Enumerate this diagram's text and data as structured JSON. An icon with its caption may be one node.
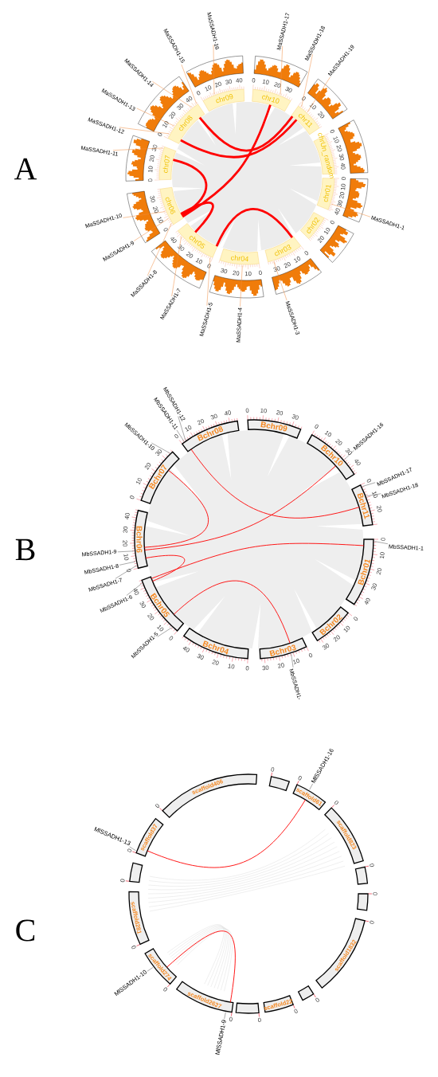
{
  "diagram": {
    "nodes": [
      {
        "text": [
          "chr10"
        ],
        "beside": [
          "0",
          "10",
          "20",
          "30"
        ]
      },
      {
        "text": [
          "chr11"
        ],
        "beside": [
          "0",
          "10",
          "20"
        ]
      },
      {
        "text": [
          "chrUn_random"
        ],
        "beside": [
          "0",
          "10",
          "20",
          "30",
          "40"
        ]
      },
      {
        "text": [
          "chr01"
        ],
        "beside": [
          "0",
          "10",
          "20",
          "30",
          "40"
        ]
      },
      {
        "text": [
          "chr02"
        ],
        "beside": [
          "0",
          "10",
          "20"
        ]
      },
      {
        "text": [
          "chr03"
        ],
        "beside": [
          "0",
          "10",
          "20",
          "30"
        ]
      },
      {
        "text": [
          "chr04"
        ],
        "beside": [
          "0",
          "10",
          "20",
          "30"
        ]
      },
      {
        "text": [
          "chr05"
        ],
        "beside": [
          "0",
          "10",
          "20",
          "30",
          "40"
        ]
      },
      {
        "text": [
          "chr06"
        ],
        "beside": [
          "0",
          "10",
          "20",
          "30"
        ]
      },
      {
        "text": [
          "chr07"
        ],
        "beside": [
          "0",
          "10",
          "20",
          "30"
        ]
      },
      {
        "text": [
          "chr08"
        ],
        "beside": [
          "0",
          "10",
          "20",
          "30",
          "40"
        ]
      },
      {
        "text": [
          "chr09"
        ],
        "beside": [
          "0",
          "10",
          "20",
          "30",
          "40"
        ]
      },
      {
        "text": [
          "MaSSADH1-1"
        ]
      },
      {
        "text": [
          "MaSSADH1-3"
        ]
      },
      {
        "text": [
          "MaSSADH1-4"
        ]
      },
      {
        "text": [
          "MaSSADH1-5"
        ]
      },
      {
        "text": [
          "MaSSADH1-7"
        ]
      },
      {
        "text": [
          "MaSSADH1-8"
        ]
      },
      {
        "text": [
          "MaSSADH1-9"
        ]
      },
      {
        "text": [
          "MaSSADH1-10"
        ]
      },
      {
        "text": [
          "MaSSADH1-11"
        ]
      },
      {
        "text": [
          "MaSSADH1-12"
        ]
      },
      {
        "text": [
          "MaSSADH1-13"
        ]
      },
      {
        "text": [
          "MaSSADH1-14"
        ]
      },
      {
        "text": [
          "MaSSADH1-15"
        ]
      },
      {
        "text": [
          "MaSSADH1-16"
        ]
      },
      {
        "text": [
          "MaSSADH1-17"
        ]
      },
      {
        "text": [
          "MaSSADH1-18"
        ]
      },
      {
        "text": [
          "MaSSADH1-19"
        ]
      },
      {
        "text": [
          "Bchr09"
        ],
        "beside": [
          "0",
          "10",
          "20",
          "30"
        ]
      },
      {
        "text": [
          "Bchr10"
        ],
        "beside": [
          "0",
          "10",
          "20",
          "30",
          "40"
        ]
      },
      {
        "text": [
          "Bchr11"
        ],
        "beside": [
          "0",
          "10",
          "20"
        ]
      },
      {
        "text": [
          "Bchr01"
        ],
        "beside": [
          "0",
          "10",
          "20",
          "30",
          "40"
        ]
      },
      {
        "text": [
          "Bchr02"
        ],
        "beside": [
          "0",
          "10",
          "20",
          "30"
        ]
      },
      {
        "text": [
          "Bchr03"
        ],
        "beside": [
          "0",
          "10",
          "20",
          "30"
        ]
      },
      {
        "text": [
          "Bchr04"
        ],
        "beside": [
          "0",
          "10",
          "20",
          "30",
          "40"
        ]
      },
      {
        "text": [
          "Bchr05"
        ],
        "beside": [
          "0",
          "10",
          "20",
          "30",
          "40"
        ]
      },
      {
        "text": [
          "Bchr06"
        ],
        "beside": [
          "0",
          "10",
          "20",
          "30",
          "40"
        ]
      },
      {
        "text": [
          "Bchr07"
        ],
        "beside": [
          "0",
          "10",
          "20",
          "30"
        ]
      },
      {
        "text": [
          "Bchr08"
        ],
        "beside": [
          "0",
          "10",
          "20",
          "30",
          "40"
        ]
      },
      {
        "text": [
          "MbSSADH1-1"
        ]
      },
      {
        "text": [
          "MbSSADH1-5"
        ]
      },
      {
        "text": [
          "MbSSADH1-6"
        ]
      },
      {
        "text": [
          "MbSSADH1-7"
        ]
      },
      {
        "text": [
          "MbSSADH1-8"
        ]
      },
      {
        "text": [
          "MbSSADH1-9"
        ]
      },
      {
        "text": [
          "MbSSADH1-10"
        ]
      },
      {
        "text": [
          "MbSSADH1-11"
        ]
      },
      {
        "text": [
          "MbSSADH1-12"
        ]
      },
      {
        "text": [
          "MbSSADH1-16"
        ]
      },
      {
        "text": [
          "MbSSADH1-17"
        ]
      },
      {
        "text": [
          "MbSSADH1-18"
        ]
      },
      {
        "text": [
          "MbSSADH1-"
        ]
      },
      {
        "text": [
          "scaffold406"
        ],
        "beside": [
          "0"
        ]
      },
      {
        "text": [],
        "shape": "box",
        "beside": [
          "0"
        ]
      },
      {
        "text": [
          "scaffold61"
        ],
        "beside": [
          "0"
        ]
      },
      {
        "text": [
          "scaffold823"
        ],
        "beside": [
          "0"
        ]
      },
      {
        "text": [],
        "shape": "box",
        "beside": [
          "0"
        ]
      },
      {
        "text": [],
        "shape": "box",
        "beside": [
          "0"
        ]
      },
      {
        "text": [
          "scaffold1832"
        ],
        "beside": [
          "0"
        ]
      },
      {
        "text": [],
        "shape": "box",
        "beside": [
          "0"
        ]
      },
      {
        "text": [
          "scaffold22"
        ],
        "beside": [
          "0"
        ]
      },
      {
        "text": [],
        "shape": "box",
        "beside": [
          "0"
        ]
      },
      {
        "text": [
          "scaffold2627"
        ],
        "beside": [
          "0"
        ]
      },
      {
        "text": [
          "scaffold274"
        ],
        "beside": [
          "0"
        ]
      },
      {
        "text": [
          "scaffold281"
        ],
        "beside": [
          "0"
        ]
      },
      {
        "text": [],
        "shape": "box",
        "beside": [
          "0"
        ]
      },
      {
        "text": [
          "scaffold37"
        ],
        "beside": [
          "0"
        ]
      },
      {
        "text": [
          "MlSSADH1-16"
        ]
      },
      {
        "text": [
          "MlSSADH1-13"
        ]
      },
      {
        "text": [
          "MlSSADH1-10"
        ]
      },
      {
        "text": [
          "MlSSADH1-9"
        ]
      }
    ],
    "edges": [
      {
        "from": 10,
        "to": 1,
        "arrow": "none",
        "style": "thick",
        "color": "#ff0000"
      },
      {
        "from": 10,
        "to": 1,
        "arrow": "none",
        "style": "thick",
        "color": "#ff0000"
      },
      {
        "from": 0,
        "to": 8,
        "arrow": "none",
        "style": "thick",
        "color": "#ff0000"
      },
      {
        "from": 9,
        "to": 8,
        "arrow": "none",
        "style": "thick",
        "color": "#ff0000"
      },
      {
        "from": 7,
        "to": 8,
        "arrow": "none",
        "style": "thick",
        "color": "#ff0000"
      },
      {
        "from": 7,
        "to": 5,
        "arrow": "none",
        "style": "thick",
        "color": "#ff0000"
      },
      {
        "from": 12,
        "to": 3,
        "arrow": "none",
        "color": "#f08a3c"
      },
      {
        "from": 13,
        "to": 5,
        "arrow": "none",
        "color": "#f08a3c"
      },
      {
        "from": 14,
        "to": 6,
        "arrow": "none",
        "color": "#f08a3c"
      },
      {
        "from": 15,
        "to": 7,
        "arrow": "none",
        "color": "#f08a3c"
      },
      {
        "from": 16,
        "to": 7,
        "arrow": "none",
        "color": "#f08a3c"
      },
      {
        "from": 17,
        "to": 8,
        "arrow": "none",
        "color": "#f08a3c"
      },
      {
        "from": 18,
        "to": 8,
        "arrow": "none",
        "color": "#f08a3c"
      },
      {
        "from": 19,
        "to": 8,
        "arrow": "none",
        "color": "#f08a3c"
      },
      {
        "from": 20,
        "to": 9,
        "arrow": "none",
        "color": "#f08a3c"
      },
      {
        "from": 21,
        "to": 10,
        "arrow": "none",
        "color": "#f08a3c"
      },
      {
        "from": 22,
        "to": 10,
        "arrow": "none",
        "color": "#f08a3c"
      },
      {
        "from": 23,
        "to": 10,
        "arrow": "none",
        "color": "#f08a3c"
      },
      {
        "from": 24,
        "to": 10,
        "arrow": "none",
        "color": "#f08a3c"
      },
      {
        "from": 25,
        "to": 11,
        "arrow": "none",
        "color": "#f08a3c"
      },
      {
        "from": 26,
        "to": 0,
        "arrow": "none",
        "color": "#f08a3c"
      },
      {
        "from": 27,
        "to": 1,
        "arrow": "none",
        "color": "#f08a3c"
      },
      {
        "from": 28,
        "to": 1,
        "arrow": "none",
        "color": "#f08a3c"
      },
      {
        "from": 39,
        "to": 31,
        "arrow": "none",
        "color": "#ff0000"
      },
      {
        "from": 38,
        "to": 37,
        "arrow": "none",
        "color": "#ff0000"
      },
      {
        "from": 30,
        "to": 37,
        "arrow": "none",
        "color": "#ff0000"
      },
      {
        "from": 32,
        "to": 36,
        "arrow": "none",
        "color": "#ff0000"
      },
      {
        "from": 37,
        "to": 36,
        "arrow": "none",
        "color": "#ff0000"
      },
      {
        "from": 36,
        "to": 34,
        "arrow": "none",
        "color": "#ff0000"
      },
      {
        "from": 40,
        "to": 32,
        "arrow": "none",
        "color": "#555555"
      },
      {
        "from": 41,
        "to": 36,
        "arrow": "none",
        "color": "#555555"
      },
      {
        "from": 42,
        "to": 36,
        "arrow": "none",
        "color": "#555555"
      },
      {
        "from": 43,
        "to": 37,
        "arrow": "none",
        "color": "#555555"
      },
      {
        "from": 44,
        "to": 37,
        "arrow": "none",
        "color": "#555555"
      },
      {
        "from": 45,
        "to": 37,
        "arrow": "none",
        "color": "#555555"
      },
      {
        "from": 46,
        "to": 38,
        "arrow": "none",
        "color": "#555555"
      },
      {
        "from": 47,
        "to": 39,
        "arrow": "none",
        "color": "#555555"
      },
      {
        "from": 48,
        "to": 39,
        "arrow": "none",
        "color": "#555555"
      },
      {
        "from": 49,
        "to": 30,
        "arrow": "none",
        "color": "#555555"
      },
      {
        "from": 50,
        "to": 31,
        "arrow": "none",
        "color": "#555555"
      },
      {
        "from": 51,
        "to": 31,
        "arrow": "none",
        "color": "#555555"
      },
      {
        "from": 52,
        "to": 34,
        "arrow": "none",
        "color": "#555555"
      },
      {
        "from": 55,
        "to": 67,
        "arrow": "none",
        "color": "#ff0000"
      },
      {
        "from": 64,
        "to": 63,
        "arrow": "none",
        "color": "#ff0000"
      },
      {
        "from": 68,
        "to": 55,
        "arrow": "none",
        "color": "#555555"
      },
      {
        "from": 69,
        "to": 67,
        "arrow": "none",
        "color": "#555555"
      },
      {
        "from": 70,
        "to": 64,
        "arrow": "none",
        "color": "#555555"
      },
      {
        "from": 71,
        "to": 63,
        "arrow": "none",
        "color": "#555555"
      }
    ],
    "labels": [
      "A",
      "B",
      "C"
    ]
  }
}
